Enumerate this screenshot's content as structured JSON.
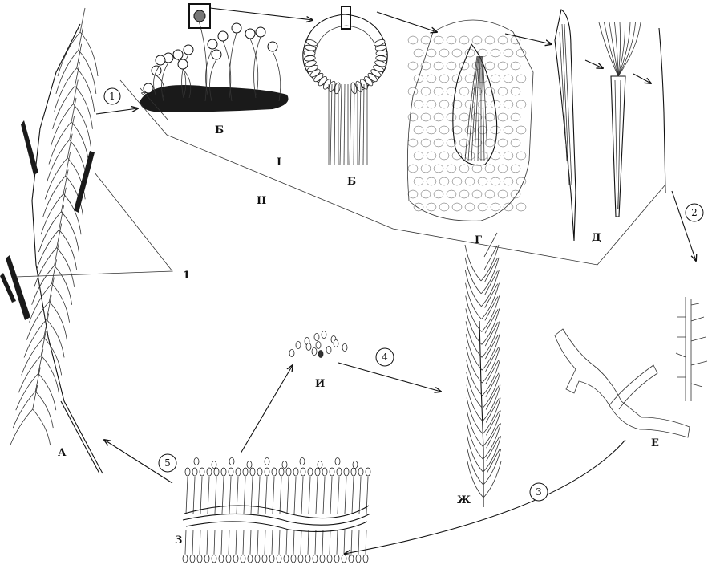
{
  "labels": {
    "A": "А",
    "B1": "Б",
    "B2": "Б",
    "G": "Г",
    "D": "Д",
    "E": "Е",
    "ZH": "Ж",
    "Z": "З",
    "I": "И",
    "roman_1": "I",
    "roman_2": "II",
    "arabic_1": "1"
  },
  "steps": [
    "1",
    "2",
    "3",
    "4",
    "5"
  ]
}
